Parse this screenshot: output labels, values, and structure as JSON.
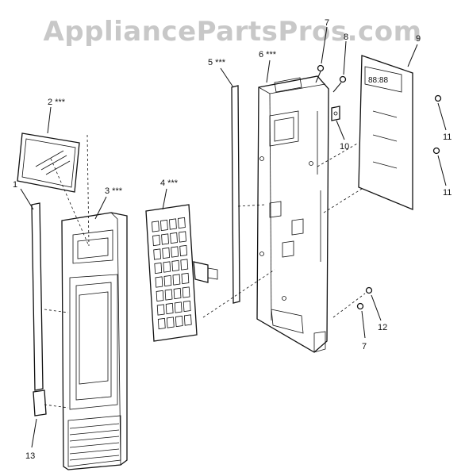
{
  "watermark": "AppliancePartsPros.com",
  "callouts": {
    "p1": "1",
    "p2": "2 ***",
    "p3": "3 ***",
    "p4": "4 ***",
    "p5": "5 ***",
    "p6": "6 ***",
    "p7a": "7",
    "p8": "8",
    "p9": "9",
    "p10": "10",
    "p11a": "11",
    "p11b": "11",
    "p12": "12",
    "p7b": "7",
    "p13": "13"
  },
  "display_readout": "88:88"
}
